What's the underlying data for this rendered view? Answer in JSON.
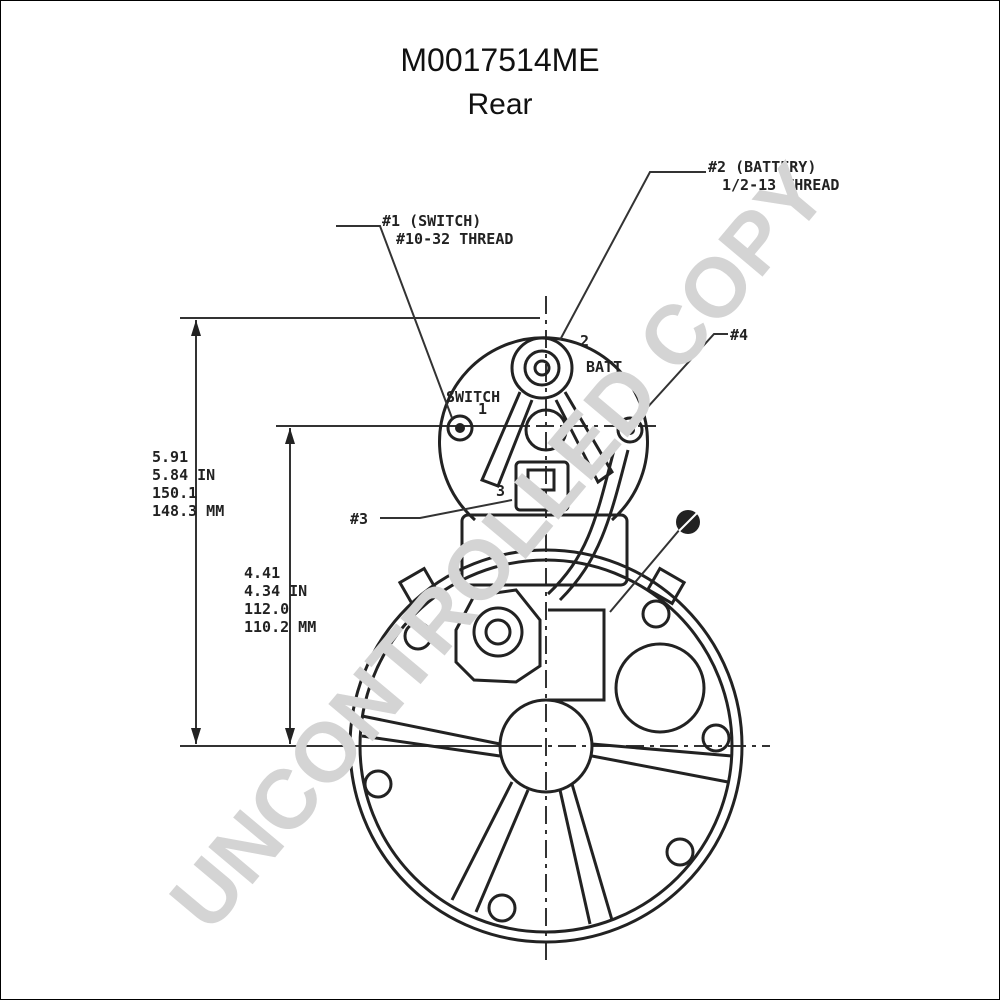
{
  "title": "M0017514ME",
  "subtitle": "Rear",
  "callouts": {
    "switch_line1": "#1 (SWITCH)",
    "switch_line2": "#10-32 THREAD",
    "battery_line1": "#2 (BATTERY)",
    "battery_line2": "1/2-13 THREAD",
    "hash3": "#3",
    "hash4": "#4"
  },
  "terminal_labels": {
    "batt": "BATT",
    "switch": "SWITCH",
    "num1": "1",
    "num2": "2",
    "num3": "3"
  },
  "dimensions": {
    "overall": [
      "5.91",
      "5.84 IN",
      "150.1",
      "148.3 MM"
    ],
    "center": [
      "4.41",
      "4.34 IN",
      "112.0",
      "110.2 MM"
    ]
  },
  "watermark": "UNCONTROLLED COPY"
}
